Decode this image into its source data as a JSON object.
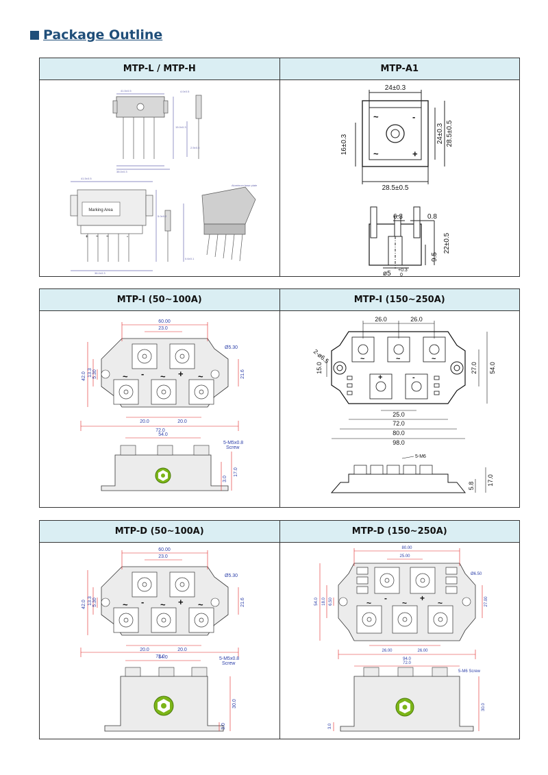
{
  "heading": "Package Outline",
  "sections": [
    {
      "left": {
        "title": "MTP-L / MTP-H",
        "marking_label": "Marking Area",
        "base_label": "Aluminum base plate",
        "terminals": [
          "+",
          "~",
          "~",
          "-"
        ],
        "dims": [
          "41.5±0.5",
          "3.5",
          "38.0±0.3",
          "15.0±0.3",
          "4.0±0.5",
          "1.0",
          "2.5±0.5",
          "0.6±0.1",
          "1.3",
          "5.0±0.2"
        ]
      },
      "right": {
        "title": "MTP-A1",
        "dims": [
          "24±0.3",
          "16±0.3",
          "24±0.3",
          "28.5±0.5",
          "28.5±0.5",
          "6.3",
          "0.8",
          "22±0.5",
          "9.5",
          "ø5",
          "+0.3",
          "0"
        ],
        "terminals": [
          "~",
          "-",
          "~",
          "+"
        ]
      }
    },
    {
      "left": {
        "title": "MTP-I (50~100A)",
        "top_dims": [
          "60.00",
          "23.0"
        ],
        "left_dims": [
          "42.0",
          "13.3",
          "5.30"
        ],
        "right_dims": [
          "Ø5.30",
          "21.6"
        ],
        "bottom_dims": [
          "20.0",
          "20.0",
          "72.0"
        ],
        "signs_top": [
          "-",
          "+"
        ],
        "signs_bottom": [
          "~",
          "~",
          "~"
        ],
        "side_dims": [
          "54.0",
          "5-M5x0.8",
          "Screw",
          "3.0",
          "17.0"
        ]
      },
      "right": {
        "title": "MTP-I (150~250A)",
        "top_dims": [
          "26.0",
          "26.0"
        ],
        "hole_label": "2-ø6.5",
        "left_dims": [
          "15.0"
        ],
        "right_dims": [
          "27.0",
          "54.0"
        ],
        "bottom_dims": [
          "25.0",
          "72.0",
          "80.0",
          "98.0"
        ],
        "signs_top": [
          "~",
          "~",
          "~"
        ],
        "signs_bottom": [
          "-",
          "+"
        ],
        "side_dims": [
          "5-M6",
          "5.8",
          "17.0"
        ]
      }
    },
    {
      "left": {
        "title": "MTP-D (50~100A)",
        "top_dims": [
          "60.00",
          "23.0"
        ],
        "left_dims": [
          "42.0",
          "13.3",
          "5.30"
        ],
        "right_dims": [
          "Ø5.30",
          "21.6"
        ],
        "bottom_dims": [
          "20.0",
          "20.0",
          "72.0"
        ],
        "signs_top": [
          "-",
          "+"
        ],
        "signs_bottom": [
          "~",
          "~",
          "~"
        ],
        "side_dims": [
          "54.0",
          "5-M5x0.8",
          "Screw",
          "3.0",
          "30.0"
        ]
      },
      "right": {
        "title": "MTP-D (150~250A)",
        "top_dims": [
          "80.00",
          "25.00"
        ],
        "hole_label": "Ø6.50",
        "left_dims": [
          "54.0",
          "18.0",
          "6.50"
        ],
        "right_dims": [
          "27.00"
        ],
        "bottom_dims": [
          "26.00",
          "26.00",
          "94.0"
        ],
        "signs_top": [
          "-",
          "+"
        ],
        "signs_bottom": [
          "~",
          "~",
          "~"
        ],
        "side_dims": [
          "72.0",
          "5-M6 Screw",
          "3.0",
          "30.0"
        ]
      }
    }
  ],
  "colors": {
    "header_bg": "#daeef3",
    "heading": "#1f4e79",
    "dim_line": "#e02020",
    "dim_text_blue": "#2b3ea8",
    "body_gray": "#ececec",
    "logo_green": "#7cb518"
  }
}
